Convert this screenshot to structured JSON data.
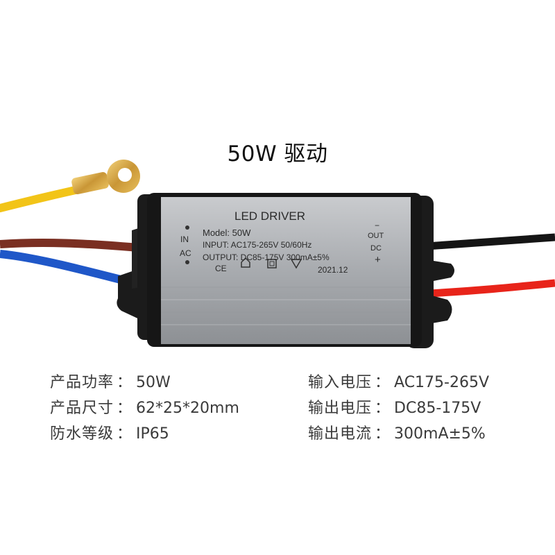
{
  "headline": "50W 驱动",
  "label": {
    "title": "LED DRIVER",
    "model": "Model: 50W",
    "input": "INPUT: AC175-265V 50/60Hz",
    "output": "OUTPUT: DC85-175V 300mA±5%",
    "date": "2021.12",
    "in": "IN",
    "ac": "AC",
    "out": "OUT",
    "dc": "DC",
    "minus": "−",
    "plus": "+",
    "ce": "CE"
  },
  "specs": {
    "left": [
      {
        "key": "产品功率",
        "value": "50W"
      },
      {
        "key": "产品尺寸",
        "value": "62*25*20mm"
      },
      {
        "key": "防水等级",
        "value": "IP65"
      }
    ],
    "right": [
      {
        "key": "输入电压",
        "value": "AC175-265V"
      },
      {
        "key": "输出电压",
        "value": "DC85-175V"
      },
      {
        "key": "输出电流",
        "value": "300mA±5%"
      }
    ],
    "separator": "："
  },
  "colors": {
    "wire_yellow": "#f2c418",
    "wire_brown": "#7a2f22",
    "wire_blue": "#1f57c8",
    "wire_black": "#151515",
    "wire_red": "#e8241a",
    "housing": "#a9acb0",
    "caps": "#1b1b1b",
    "terminal": "#d9a53a"
  }
}
